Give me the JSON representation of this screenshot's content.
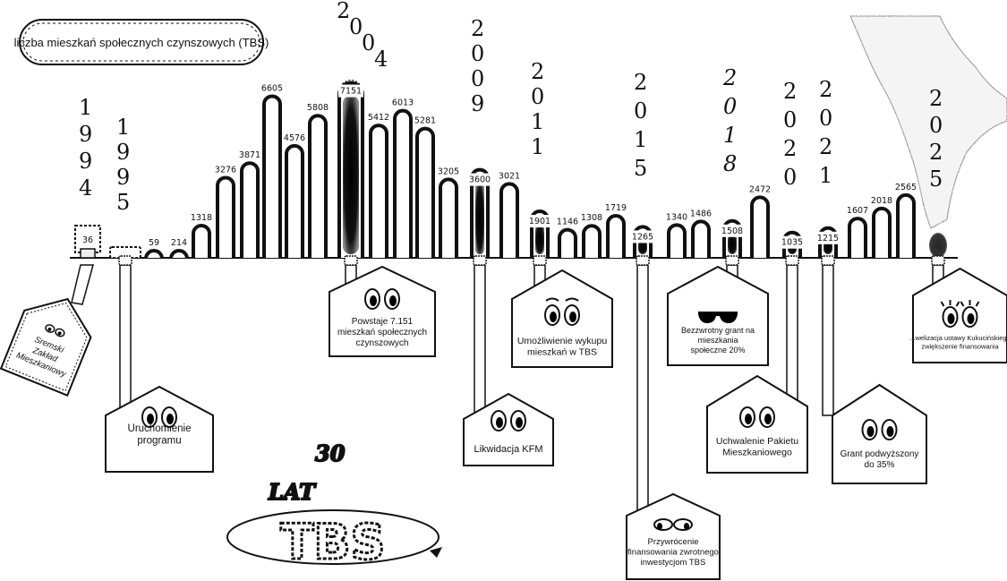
{
  "chart_data": {
    "type": "bar",
    "title": "liczba mieszkań społecznych czynszowych (TBS)",
    "xlabel": "",
    "ylabel": "",
    "ylim": [
      0,
      7500
    ],
    "grid": false,
    "values": [
      36,
      0,
      59,
      214,
      1318,
      3276,
      3871,
      6605,
      4576,
      5808,
      7151,
      5412,
      6013,
      5281,
      3205,
      3600,
      3021,
      1901,
      1146,
      1308,
      1719,
      1265,
      1340,
      1486,
      1508,
      2472,
      1035,
      1215,
      1607,
      2018,
      2565,
      0
    ],
    "value_labels": [
      "36",
      "",
      "59",
      "214",
      "1318",
      "3276",
      "3871",
      "6605",
      "4576",
      "5808",
      "7151",
      "5412",
      "6013",
      "5281",
      "3205",
      "3600",
      "3021",
      "1901",
      "1146",
      "1308",
      "1719",
      "1265",
      "1340",
      "1486",
      "1508",
      "2472",
      "1035",
      "1215",
      "1607",
      "2018",
      "2565",
      ""
    ],
    "year_labels": [
      {
        "year": "1994",
        "bar": 0
      },
      {
        "year": "1995",
        "bar": 1
      },
      {
        "year": "2004",
        "bar": 10
      },
      {
        "year": "2009",
        "bar": 15
      },
      {
        "year": "2011",
        "bar": 17
      },
      {
        "year": "2015",
        "bar": 21
      },
      {
        "year": "2018",
        "bar": 24
      },
      {
        "year": "2020",
        "bar": 26
      },
      {
        "year": "2021",
        "bar": 27
      },
      {
        "year": "2025",
        "bar": 31
      }
    ],
    "highlighted_bars": [
      10,
      15,
      17,
      21,
      24,
      26,
      27,
      31
    ]
  },
  "events": [
    {
      "id": "1994",
      "text": "Sremski Zakład Mieszkaniowy",
      "lines": [
        "Sremski",
        "Zakład",
        "Mieszkaniowy"
      ]
    },
    {
      "id": "1995",
      "text": "Uruchomienie programu",
      "lines": [
        "Uruchomienie",
        "programu"
      ]
    },
    {
      "id": "2004",
      "text": "Powstaje 7.151 mieszkań społecznych czynszowych",
      "lines": [
        "Powstaje 7.151",
        "mieszkań społecznych",
        "czynszowych"
      ]
    },
    {
      "id": "2009",
      "text": "Likwidacja KFM",
      "lines": [
        "Likwidacja KFM"
      ]
    },
    {
      "id": "2011",
      "text": "Umożliwienie wykupu mieszkań w TBS",
      "lines": [
        "Umożliwienie wykupu",
        "mieszkań w TBS"
      ]
    },
    {
      "id": "2015",
      "text": "Przywrócenie finansowania zwrotnego inwestycjom TBS",
      "lines": [
        "Przywrócenie",
        "finansowania zwrotnego",
        "inwestycjom TBS"
      ]
    },
    {
      "id": "2018",
      "text": "Bezzwrotny grant na mieszkania społeczne 20%",
      "lines": [
        "Bezzwrotny grant na",
        "mieszkania",
        "społeczne 20%"
      ]
    },
    {
      "id": "2020",
      "text": "Uchwalenie Pakietu Mieszkaniowego",
      "lines": [
        "Uchwalenie Pakietu",
        "Mieszkaniowego"
      ]
    },
    {
      "id": "2021",
      "text": "Grant podwyższony do 35%",
      "lines": [
        "Grant podwyższony",
        "do 35%"
      ]
    },
    {
      "id": "2025",
      "text": "...welizacja ustawy Kukucińskiego zwiększenie finansowania",
      "lines": [
        "...welizacja ustawy Kukucińskiego",
        "zwiększenie finansowania"
      ]
    }
  ],
  "logo": {
    "number": "30",
    "word": "LAT",
    "acronym": "TBS"
  }
}
